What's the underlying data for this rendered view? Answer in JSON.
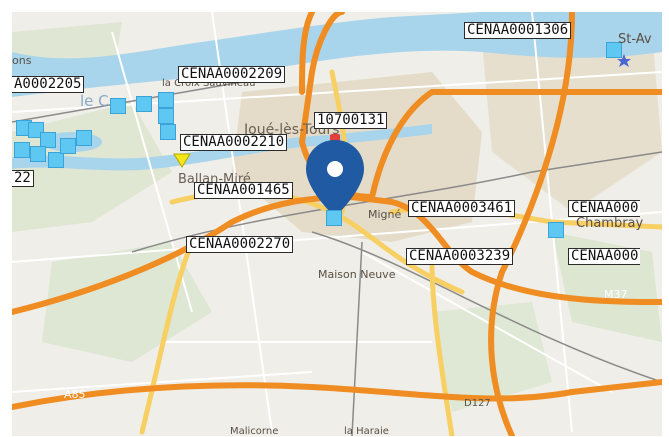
{
  "map": {
    "station_labels": [
      "CENAA0001306",
      "A0002205",
      "CENAA0002209",
      "10700131",
      "CENAA0002210",
      "CENAA001465",
      "CENAA0003461",
      "CENAA000",
      "CENAA0002270",
      "CENAA0003239",
      "CENAA000",
      "22"
    ],
    "places": {
      "st_av": "St-Av",
      "ons": "ons",
      "le_c": "le C",
      "la_croix": "la Croix Sauvineau",
      "joue": "Joué-lès-Tours",
      "ballan": "Ballan-Miré",
      "mignon": "Migné",
      "chambray": "Chambray",
      "maison_neuve": "Maison Neuve",
      "a85": "A85",
      "m37": "M37",
      "d127": "D127",
      "malicorne": "Malicorne",
      "la_haraie": "la Haraie"
    },
    "colors": {
      "background": "#efeee8",
      "water": "#a8d4ec",
      "motorway": "#ef8c22",
      "primary_road": "#f7cf62",
      "station_marker": "#5fc8f2",
      "pin": "#1f5aa3",
      "triangle_marker": "#f5e61a"
    },
    "icons": [
      "location-pin-icon",
      "triangle-marker-icon",
      "star-icon",
      "hospital-icon"
    ]
  }
}
